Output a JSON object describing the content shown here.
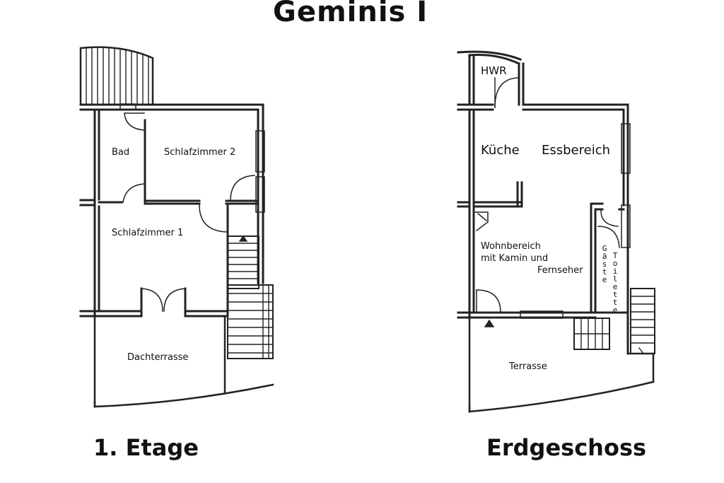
{
  "title": "Geminis I",
  "floors": [
    {
      "caption": "1. Etage",
      "rooms": [
        "Bad",
        "Schlafzimmer 2",
        "Schlafzimmer 1",
        "Dachterrasse"
      ]
    },
    {
      "caption": "Erdgeschoss",
      "rooms": [
        "HWR",
        "Küche",
        "Essbereich",
        "Wohnbereich",
        "mit Kamin und",
        "Fernseher",
        "Terrasse"
      ],
      "vertical_labels": [
        "Gäste",
        "Toilette"
      ]
    }
  ]
}
